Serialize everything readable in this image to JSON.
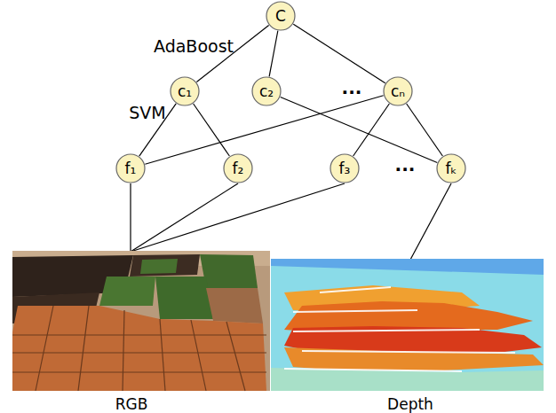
{
  "diagram": {
    "nodes": [
      {
        "text": [
          "C"
        ]
      },
      {
        "text": [
          "c₁"
        ]
      },
      {
        "text": [
          "c₂"
        ]
      },
      {
        "text": [
          "cₙ"
        ]
      },
      {
        "text": [
          "f₁"
        ]
      },
      {
        "text": [
          "f₂"
        ]
      },
      {
        "text": [
          "f₃"
        ]
      },
      {
        "text": [
          "fₖ"
        ]
      }
    ],
    "edges": [
      {
        "from": 0,
        "to": 1,
        "arrow": "none"
      },
      {
        "from": 0,
        "to": 2,
        "arrow": "none"
      },
      {
        "from": 0,
        "to": 3,
        "arrow": "none"
      },
      {
        "from": 1,
        "to": 4,
        "arrow": "none"
      },
      {
        "from": 1,
        "to": 5,
        "arrow": "none"
      },
      {
        "from": 2,
        "to": 7,
        "arrow": "none"
      },
      {
        "from": 3,
        "to": 4,
        "arrow": "none"
      },
      {
        "from": 3,
        "to": 6,
        "arrow": "none"
      },
      {
        "from": 3,
        "to": 7,
        "arrow": "none"
      }
    ],
    "labels": [
      "AdaBoost",
      "SVM",
      "...",
      "...",
      "RGB",
      "Depth"
    ]
  }
}
